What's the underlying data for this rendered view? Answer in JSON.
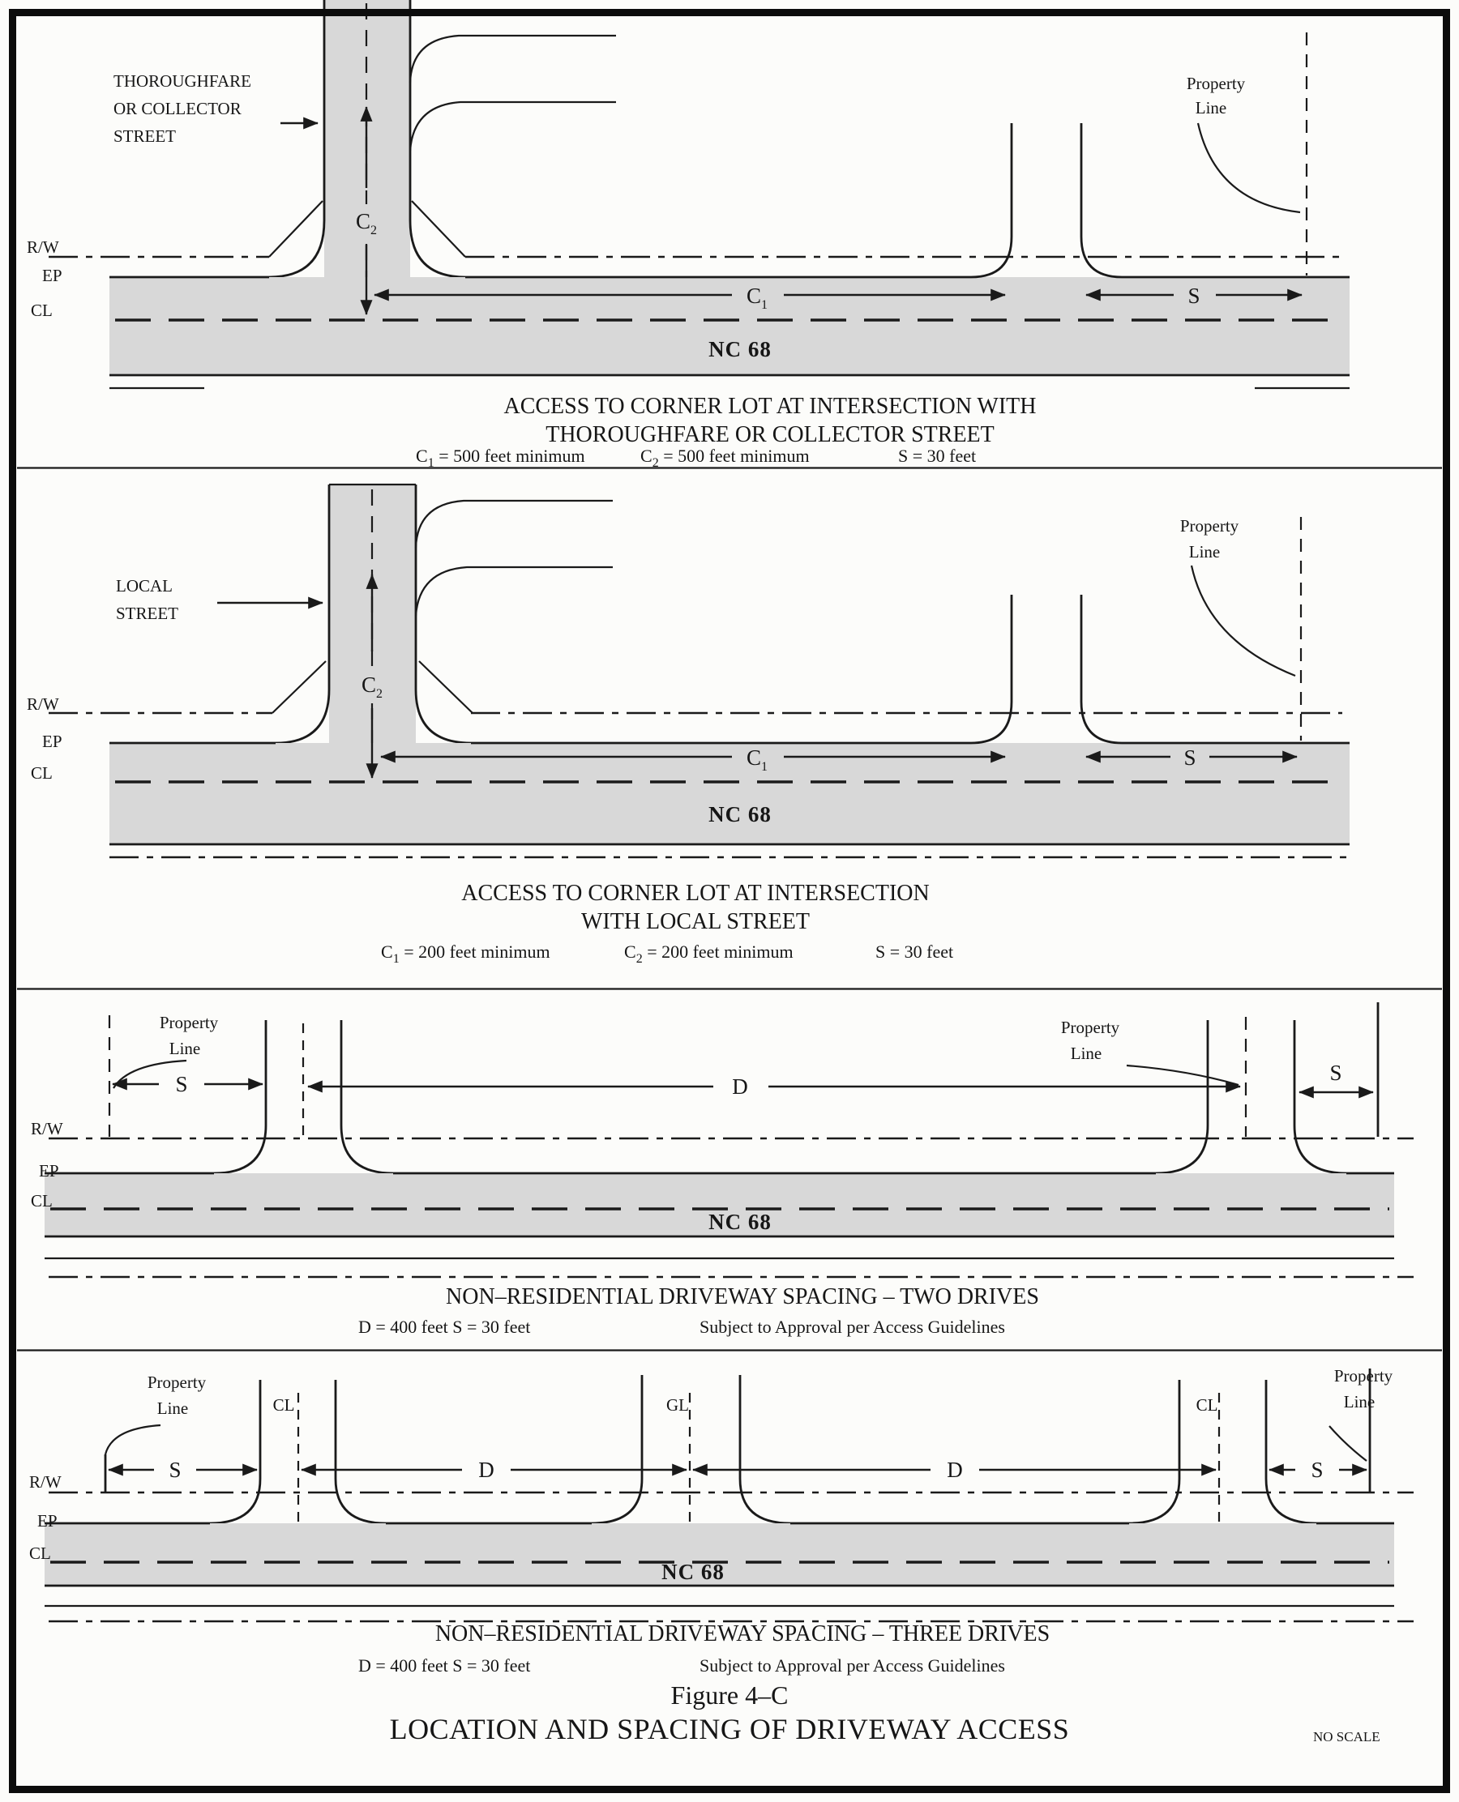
{
  "figure": {
    "number": "Figure 4–C",
    "title": "LOCATION AND SPACING OF DRIVEWAY ACCESS",
    "scale_note": "NO SCALE"
  },
  "road_name": "NC 68",
  "edge_labels": {
    "rw": "R/W",
    "ep": "EP",
    "cl": "CL"
  },
  "colors": {
    "ink": "#1a1a1a",
    "road_fill": "#d8d8d8",
    "paper": "#fcfcfa"
  },
  "panel1": {
    "street_type": [
      "THOROUGHFARE",
      "OR COLLECTOR",
      "STREET"
    ],
    "property_line": [
      "Property",
      "Line"
    ],
    "dims": {
      "c_base": "C",
      "c1_sub": "1",
      "c2_sub": "2",
      "s": "S"
    },
    "caption": [
      "ACCESS TO CORNER LOT AT INTERSECTION WITH",
      "THOROUGHFARE OR COLLECTOR STREET"
    ],
    "values": {
      "c1_rest": " = 500 feet minimum",
      "c2_rest": " = 500 feet minimum",
      "s_text": "S =  30 feet"
    }
  },
  "panel2": {
    "street_type": [
      "LOCAL",
      "STREET"
    ],
    "property_line": [
      "Property",
      "Line"
    ],
    "dims": {
      "c_base": "C",
      "c1_sub": "1",
      "c2_sub": "2",
      "s": "S"
    },
    "caption": [
      "ACCESS TO CORNER LOT AT INTERSECTION",
      "WITH LOCAL STREET"
    ],
    "values": {
      "c1_rest": " = 200 feet minimum",
      "c2_rest": " = 200 feet minimum",
      "s_text": "S = 30 feet"
    }
  },
  "panel3": {
    "property_line_left": [
      "Property",
      "Line"
    ],
    "property_line_right": [
      "Property",
      "Line"
    ],
    "dims": {
      "s_left": "S",
      "d": "D",
      "s_right": "S"
    },
    "caption": "NON–RESIDENTIAL DRIVEWAY SPACING – TWO DRIVES",
    "values_note": "D = 400 feet S = 30 feet",
    "approval_note": "Subject to Approval per Access Guidelines"
  },
  "panel4": {
    "property_line_left": [
      "Property",
      "Line"
    ],
    "property_line_right": [
      "Property",
      "Line"
    ],
    "drive_centerlines": {
      "left": "CL",
      "middle": "GL",
      "right": "CL"
    },
    "dims": {
      "s_left": "S",
      "d_left": "D",
      "d_right": "D",
      "s_right": "S"
    },
    "caption": "NON–RESIDENTIAL DRIVEWAY SPACING – THREE DRIVES",
    "values_note": "D = 400 feet S = 30 feet",
    "approval_note": "Subject to Approval per Access Guidelines"
  }
}
